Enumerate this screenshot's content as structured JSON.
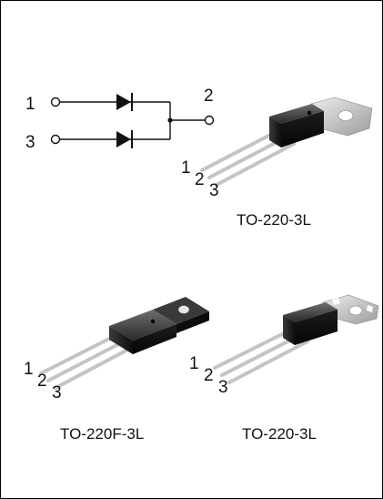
{
  "schematic": {
    "pin1": "1",
    "pin2": "2",
    "pin3": "3"
  },
  "packages": [
    {
      "label": "TO-220-3L",
      "pins": [
        "1",
        "2",
        "3"
      ]
    },
    {
      "label": "TO-220F-3L",
      "pins": [
        "1",
        "2",
        "3"
      ]
    },
    {
      "label": "TO-220-3L",
      "pins": [
        "1",
        "2",
        "3"
      ]
    }
  ]
}
